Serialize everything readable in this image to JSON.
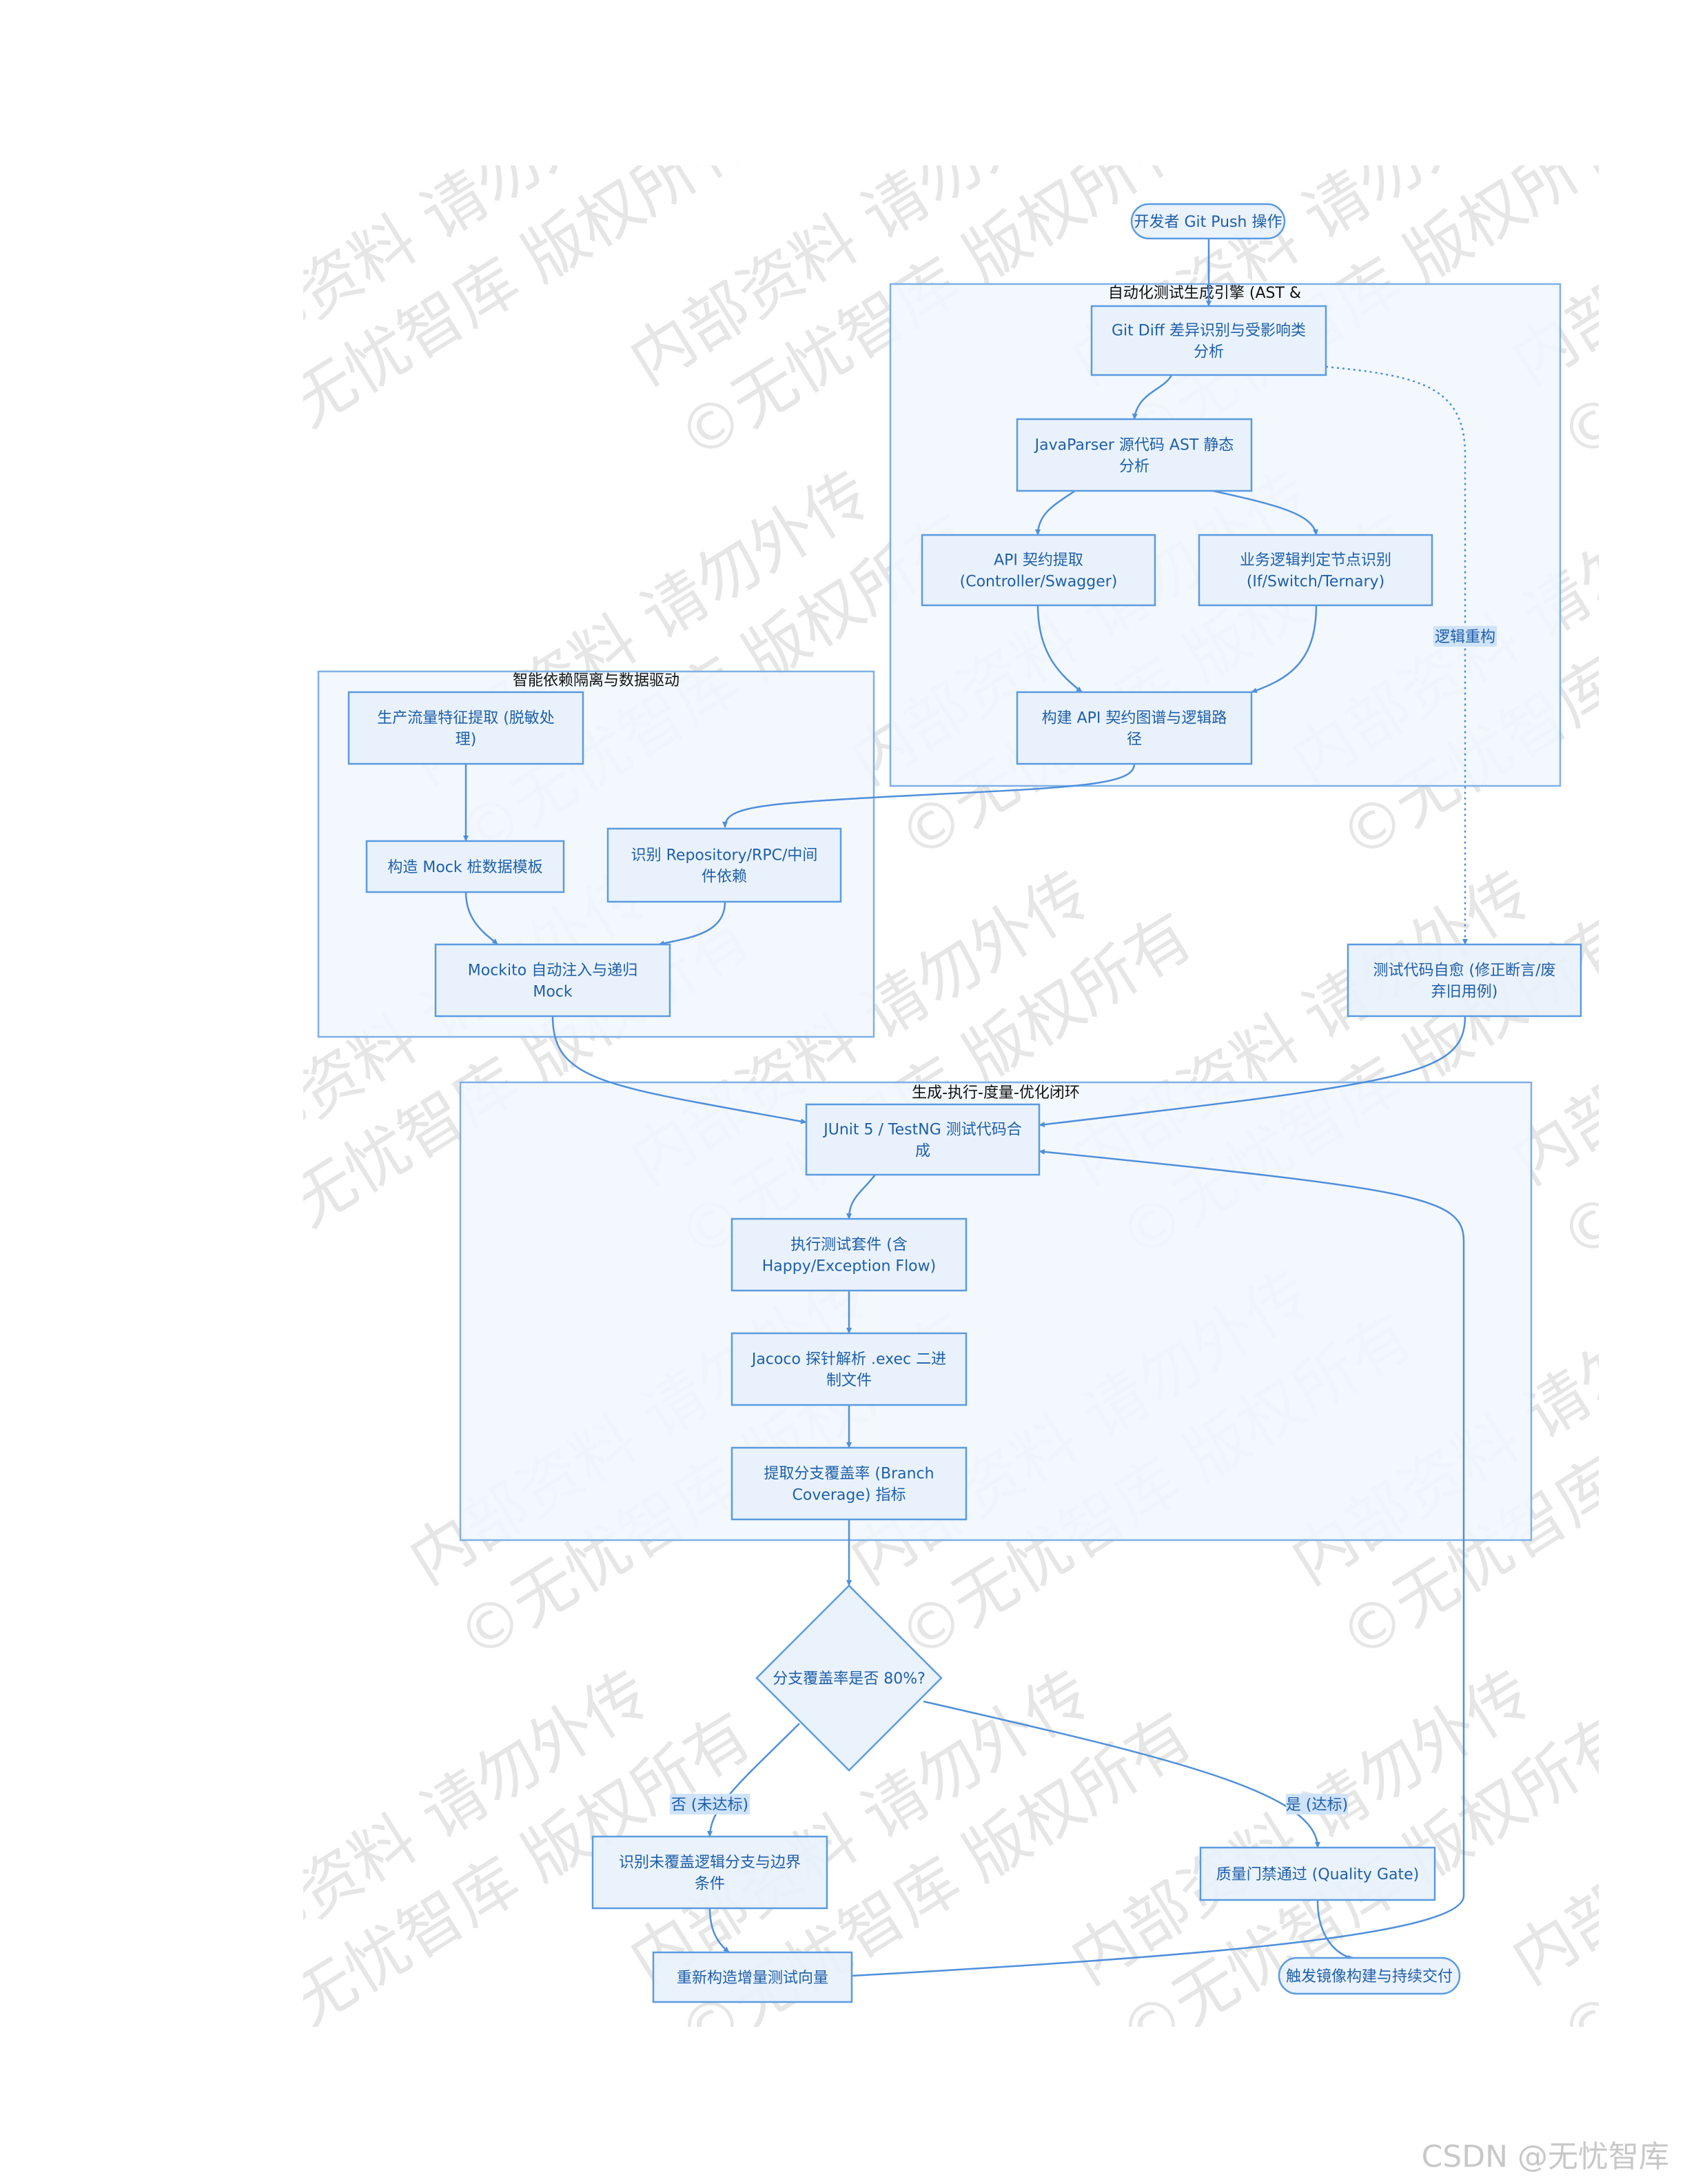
{
  "watermark": {
    "line1": "内部资料 请勿外传",
    "line2": "©无忧智库 版权所有"
  },
  "footer": {
    "text": "CSDN @无忧智库"
  },
  "groups": {
    "engine": "自动化测试生成引擎 (AST &",
    "isolation": "智能依赖隔离与数据驱动",
    "loop": "生成-执行-度量-优化闭环"
  },
  "nodes": {
    "start": [
      "开发者 Git Push 操作"
    ],
    "diff": [
      "Git Diff 差异识别与受影响类",
      "分析"
    ],
    "ast": [
      "JavaParser 源代码 AST 静态",
      "分析"
    ],
    "api": [
      "API 契约提取",
      "(Controller/Swagger)"
    ],
    "biz": [
      "业务逻辑判定节点识别",
      "(If/Switch/Ternary)"
    ],
    "graph": [
      "构建 API 契约图谱与逻辑路",
      "径"
    ],
    "traffic": [
      "生产流量特征提取 (脱敏处",
      "理)"
    ],
    "mock_tpl": [
      "构造 Mock 桩数据模板"
    ],
    "repo": [
      "识别 Repository/RPC/中间",
      "件依赖"
    ],
    "mockito": [
      "Mockito 自动注入与递归",
      "Mock"
    ],
    "heal": [
      "测试代码自愈 (修正断言/废",
      "弃旧用例)"
    ],
    "junit": [
      "JUnit 5 / TestNG 测试代码合",
      "成"
    ],
    "exec": [
      "执行测试套件 (含",
      "Happy/Exception Flow)"
    ],
    "jacoco": [
      "Jacoco 探针解析 .exec 二进",
      "制文件"
    ],
    "branch": [
      "提取分支覆盖率 (Branch",
      "Coverage) 指标"
    ],
    "decision": [
      "分支覆盖率是否 80%?"
    ],
    "uncovered": [
      "识别未覆盖逻辑分支与边界",
      "条件"
    ],
    "quality": [
      "质量门禁通过 (Quality Gate)"
    ],
    "rebuild": [
      "重新构造增量测试向量"
    ],
    "release": [
      "触发镜像构建与持续交付"
    ]
  },
  "edge_labels": {
    "refactor": "逻辑重构",
    "no": "否 (未达标)",
    "yes": "是 (达标)"
  },
  "colors": {
    "node_fill": "#e8f1fc",
    "node_stroke": "#5b9be0",
    "text": "#1f5fa8",
    "group_fill": "#f1f7fe",
    "edge": "#4f8fdb"
  }
}
